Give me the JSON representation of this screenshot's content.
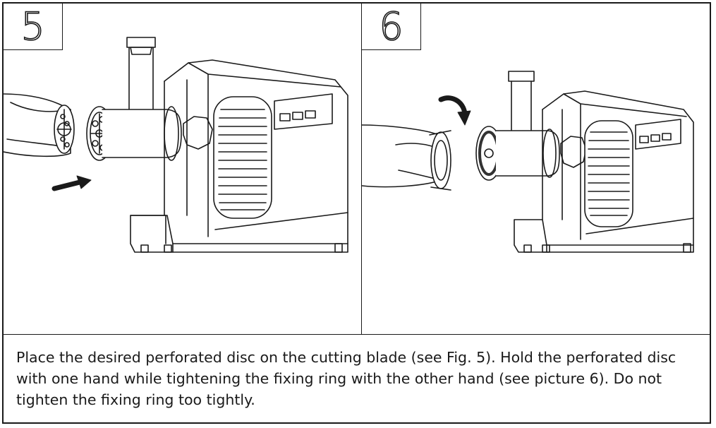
{
  "steps": [
    {
      "number": "5"
    },
    {
      "number": "6"
    }
  ],
  "caption": "Place the desired perforated disc on the cutting blade (see Fig. 5). Hold the perforated disc with one hand while tightening the fixing ring with the other hand (see picture 6). Do not tighten the fixing ring too tightly."
}
